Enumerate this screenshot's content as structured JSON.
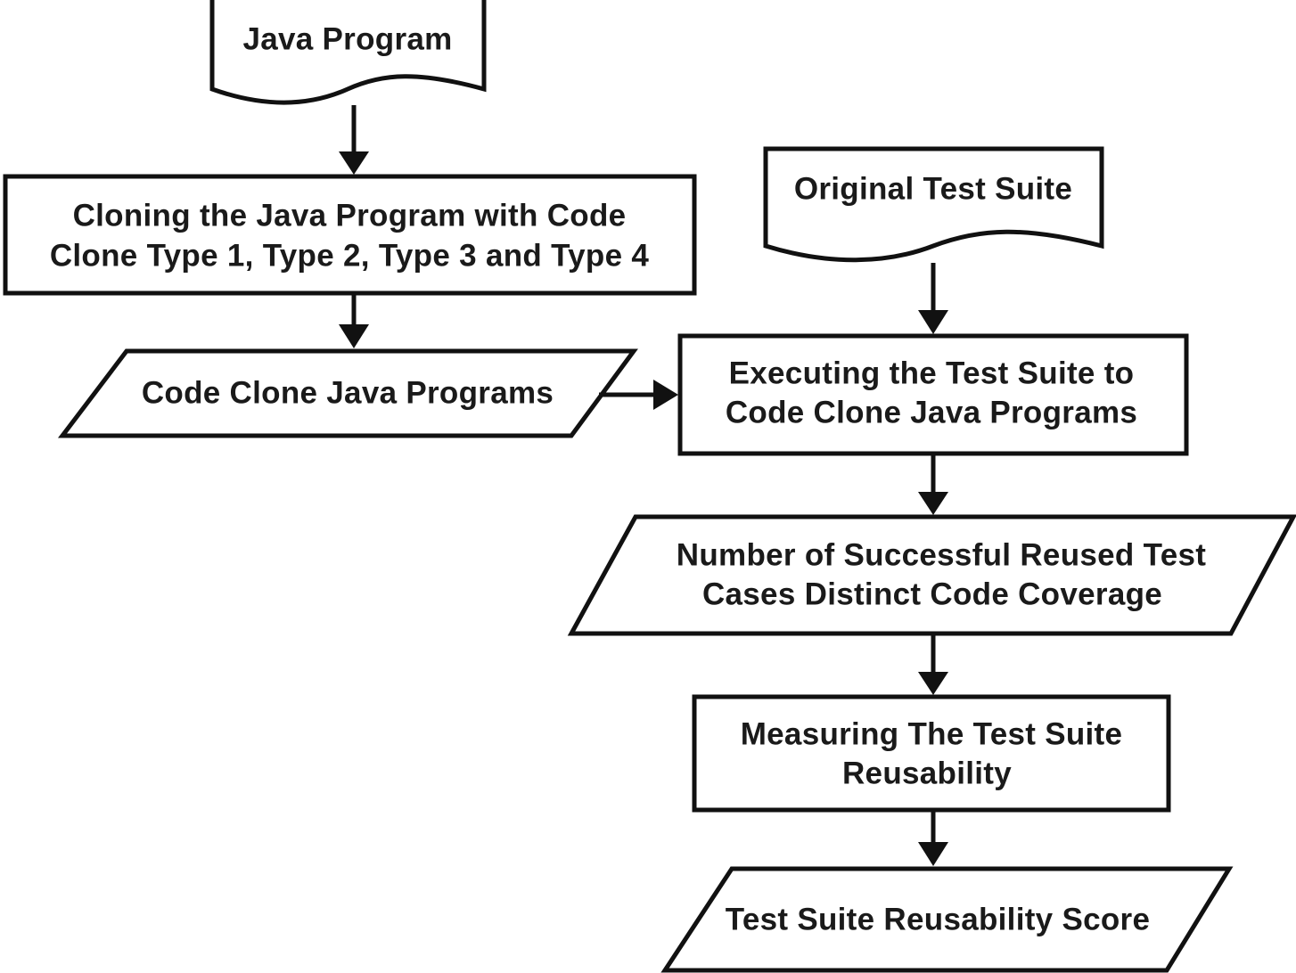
{
  "diagram": {
    "nodes": {
      "java_program": {
        "type": "document",
        "label": "Java Program"
      },
      "cloning": {
        "type": "process",
        "lines": [
          "Cloning the Java Program with Code",
          "Clone Type 1, Type 2, Type 3 and Type 4"
        ]
      },
      "code_clone_programs": {
        "type": "data",
        "label": "Code Clone Java Programs"
      },
      "original_test_suite": {
        "type": "document",
        "label": "Original Test Suite"
      },
      "executing": {
        "type": "process",
        "lines": [
          "Executing the Test Suite to",
          "Code Clone Java Programs"
        ]
      },
      "number_reused": {
        "type": "data",
        "lines": [
          "Number of  Successful Reused Test",
          "Cases Distinct Code Coverage"
        ]
      },
      "measuring": {
        "type": "process",
        "lines": [
          "Measuring The Test Suite",
          "Reusability"
        ]
      },
      "score": {
        "type": "data",
        "label": "Test Suite Reusability Score"
      }
    },
    "edges": [
      [
        "java_program",
        "cloning"
      ],
      [
        "cloning",
        "code_clone_programs"
      ],
      [
        "code_clone_programs",
        "executing"
      ],
      [
        "original_test_suite",
        "executing"
      ],
      [
        "executing",
        "number_reused"
      ],
      [
        "number_reused",
        "measuring"
      ],
      [
        "measuring",
        "score"
      ]
    ]
  }
}
